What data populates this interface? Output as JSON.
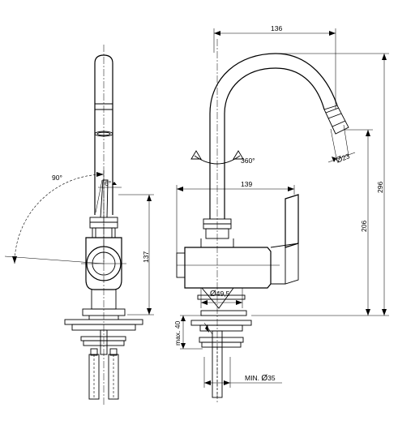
{
  "dimensions": {
    "spout_reach": "136",
    "total_height": "296",
    "spout_height": "206",
    "body_length": "139",
    "side_height": "137",
    "body_diameter": "49,5",
    "outlet_diameter": "23",
    "max_thickness": "max. 40",
    "min_hole": "MIN.",
    "min_hole_value": "35"
  },
  "angles": {
    "swing": "90°",
    "tilt": "6°",
    "rotation": "360°"
  },
  "symbols": {
    "diameter": "Ø"
  }
}
